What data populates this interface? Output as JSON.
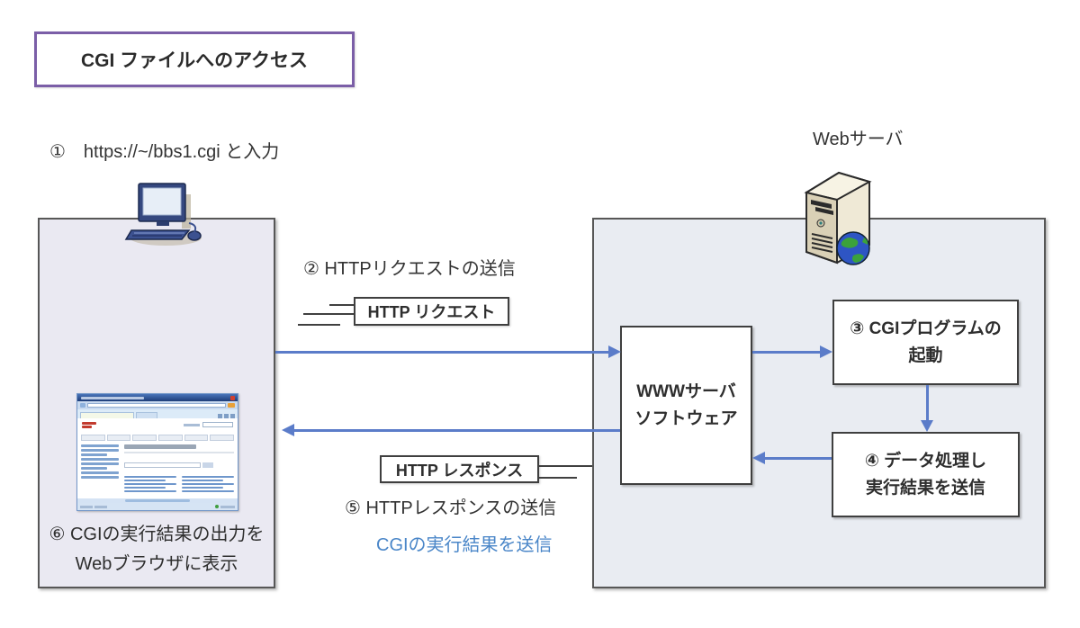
{
  "diagram": {
    "title": "CGI ファイルへのアクセス",
    "client": {
      "step1": "①　https://~/bbs1.cgi と入力",
      "icon": "desktop-computer-icon",
      "step6_line1": "⑥ CGIの実行結果の出力を",
      "step6_line2": "Webブラウザに表示"
    },
    "server": {
      "label": "Webサーバ",
      "icon": "server-tower-globe-icon",
      "www_box": {
        "line1": "WWWサーバ",
        "line2": "ソフトウェア"
      },
      "step3": {
        "line1": "③ CGIプログラムの",
        "line2": "起動"
      },
      "step4": {
        "line1": "④ データ処理し",
        "line2": "実行結果を送信"
      }
    },
    "request": {
      "step2": "② HTTPリクエストの送信",
      "tag": "HTTP リクエスト"
    },
    "response": {
      "tag": "HTTP レスポンス",
      "step5": "⑤ HTTPレスポンスの送信",
      "note": "CGIの実行結果を送信"
    },
    "colors": {
      "accent_purple": "#7b5ea7",
      "arrow_blue": "#5b7cc9",
      "note_blue": "#4a86c8",
      "left_panel_bg": "#eae9f2",
      "right_panel_bg": "#e9ecf2",
      "box_border": "#3f3f3f"
    }
  }
}
